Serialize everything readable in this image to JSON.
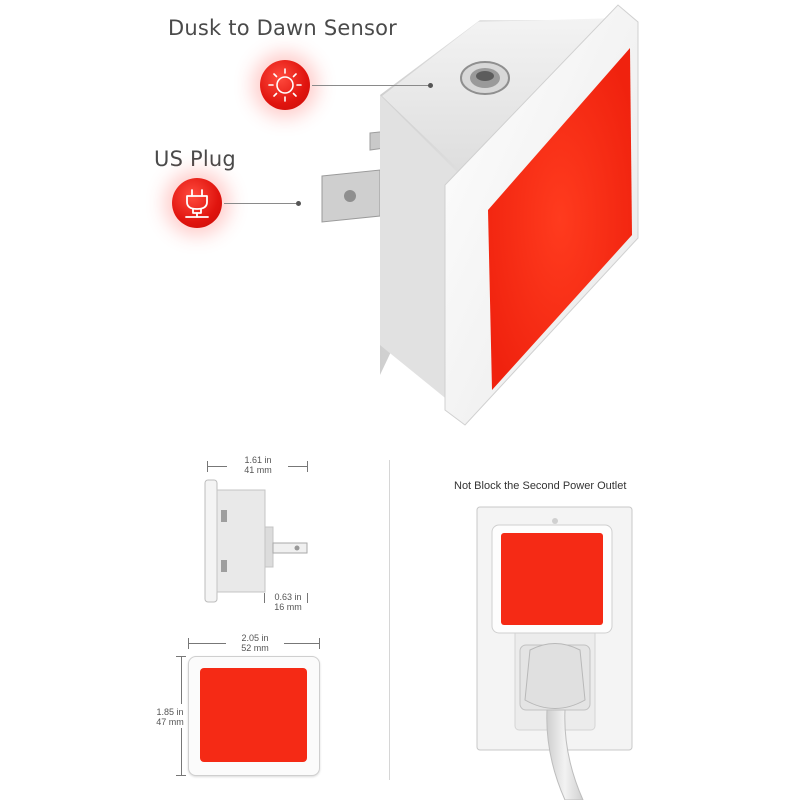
{
  "features": {
    "sensor_label": "Dusk to Dawn Sensor",
    "plug_label": "US Plug",
    "sensor_icon": "sun-icon",
    "plug_icon": "plug-icon"
  },
  "dimensions": {
    "depth_in": "1.61 in",
    "depth_mm": "41 mm",
    "prong_in": "0.63 in",
    "prong_mm": "16 mm",
    "width_in": "2.05 in",
    "width_mm": "52 mm",
    "height_in": "1.85 in",
    "height_mm": "47 mm"
  },
  "outlet": {
    "title": "Not Block the Second Power Outlet"
  },
  "colors": {
    "light_panel": "#f52a15",
    "accent_red": "#e0140e",
    "housing": "#f2f2f2"
  }
}
